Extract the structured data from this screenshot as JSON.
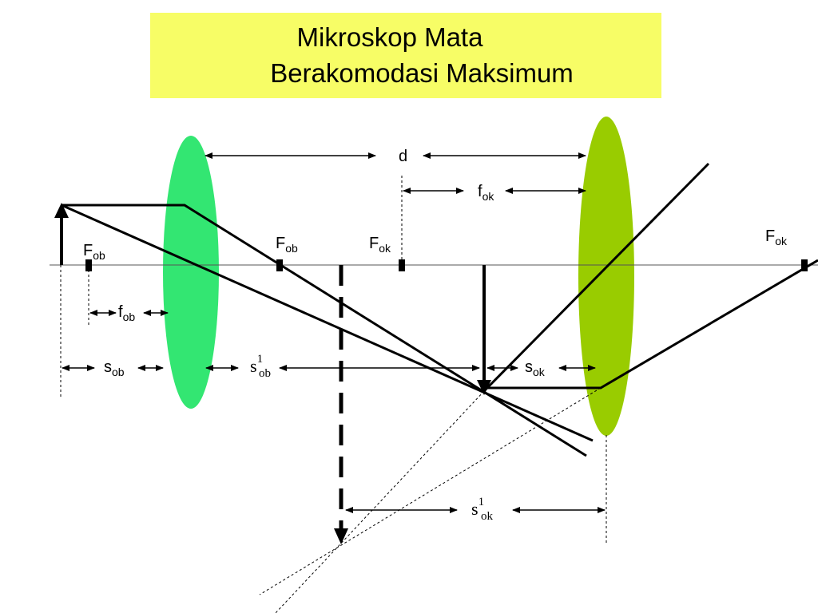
{
  "title": {
    "line1": "Mikroskop Mata",
    "line2": "Berakomodasi  Maksimum"
  },
  "labels": {
    "d": "d",
    "f_ok": {
      "main": "f",
      "sub": "ok"
    },
    "F_ob_left": {
      "main": "F",
      "sub": "ob"
    },
    "F_ob_right": {
      "main": "F",
      "sub": "ob"
    },
    "F_ok_left": {
      "main": "F",
      "sub": "ok"
    },
    "F_ok_right": {
      "main": "F",
      "sub": "ok"
    },
    "f_ob": {
      "main": "f",
      "sub": "ob"
    },
    "s_ob": {
      "main": "s",
      "sub": "ob"
    },
    "s1_ob": {
      "main": "s",
      "sup": "1",
      "sub": "ob"
    },
    "s_ok": {
      "main": "s",
      "sub": "ok"
    },
    "s1_ok": {
      "main": "s",
      "sup": "1",
      "sub": "ok"
    }
  },
  "colors": {
    "title_bg": "#f7fd66",
    "objective_lens": "#33e672",
    "eyepiece_lens": "#99cc00",
    "line": "#000000"
  }
}
